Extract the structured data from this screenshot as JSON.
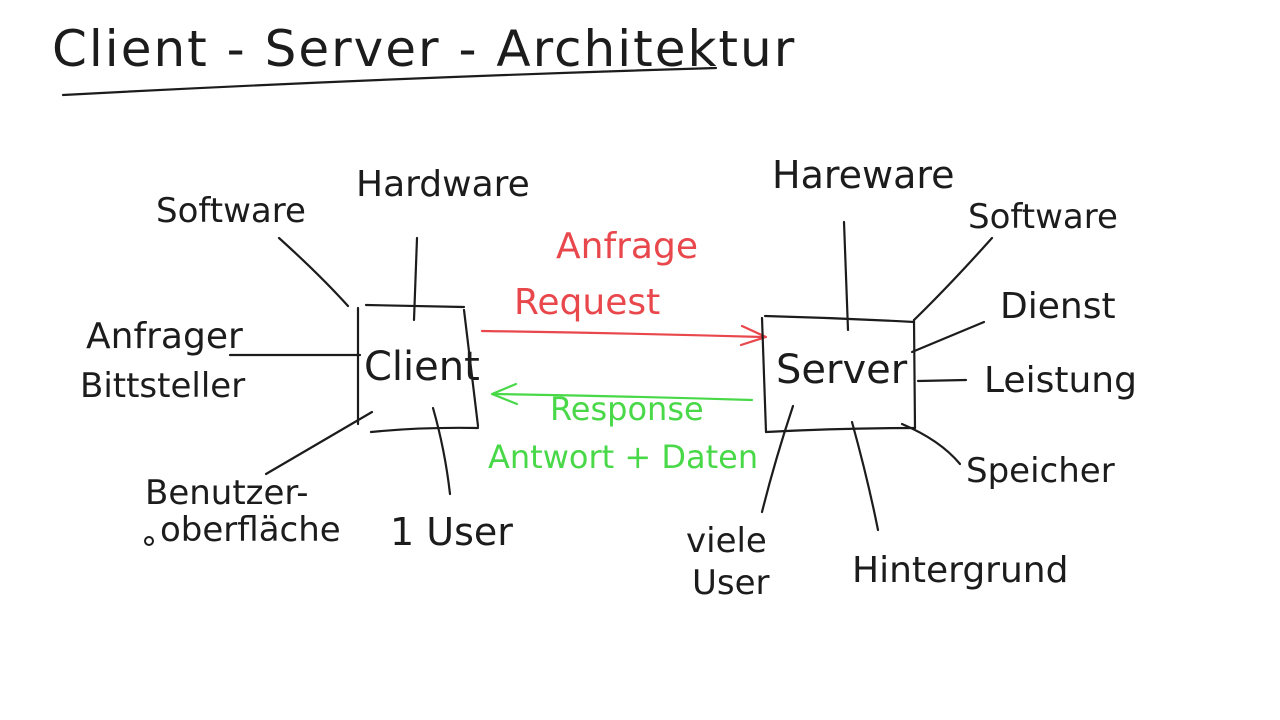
{
  "title": "Client - Server - Architektur",
  "colors": {
    "ink": "#1c1c1c",
    "request": "#e8474c",
    "response": "#48d848",
    "background": "#ffffff"
  },
  "client": {
    "label": "Client",
    "hardware": "Hardware",
    "software": "Software",
    "anfrager": "Anfrager",
    "bittsteller": "Bittsteller",
    "ui_line1": "Benutzer-",
    "ui_line2": "oberfläche",
    "user": "1 User"
  },
  "server": {
    "label": "Server",
    "hardware": "Hareware",
    "software": "Software",
    "dienst": "Dienst",
    "leistung": "Leistung",
    "speicher": "Speicher",
    "users_line1": "viele",
    "users_line2": "User",
    "hintergrund": "Hintergrund"
  },
  "request": {
    "label_de": "Anfrage",
    "label_en": "Request"
  },
  "response": {
    "label_en": "Response",
    "label_de": "Antwort + Daten"
  }
}
